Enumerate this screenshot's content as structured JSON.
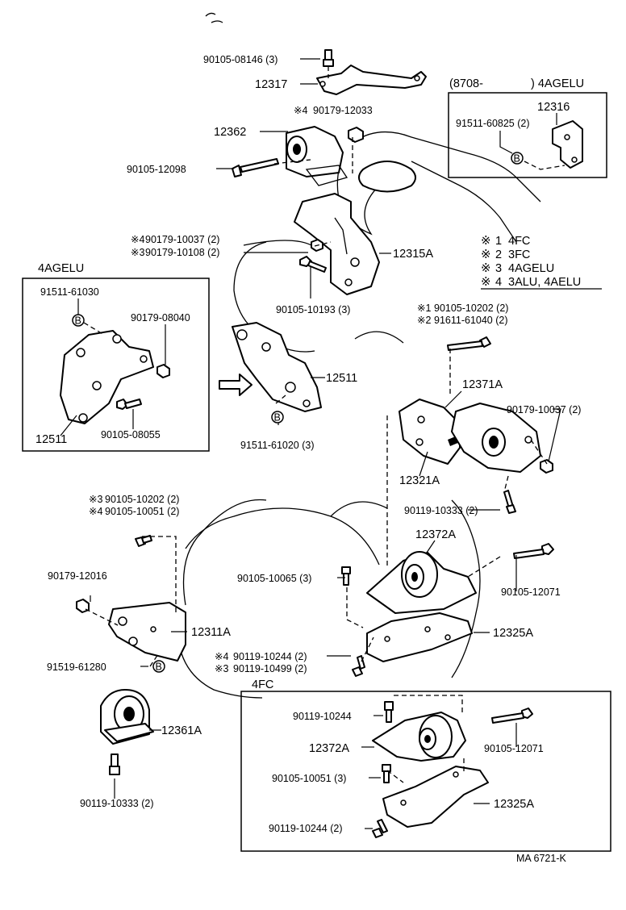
{
  "labels": {
    "p_90105_08146": "90105-08146 (3)",
    "p_12317": "12317",
    "p_90179_12033": "90179-12033",
    "p_90179_12033_mark": "※4",
    "p_12362": "12362",
    "p_90105_12098": "90105-12098",
    "p_90179_10037_top": "90179-10037 (2)",
    "p_90179_10037_top_mark": "※4",
    "p_90179_10108": "90179-10108 (2)",
    "p_90179_10108_mark": "※3",
    "p_12315A": "12315A",
    "p_90105_10193": "90105-10193 (3)",
    "p_12511": "12511",
    "p_91511_61020": "91511-61020 (3)",
    "p_90105_10202_top": "90105-10202 (2)",
    "p_90105_10202_top_mark": "※1",
    "p_91611_61040": "91611-61040 (2)",
    "p_91611_61040_mark": "※2",
    "p_12371A": "12371A",
    "p_90179_10037_right": "90179-10037 (2)",
    "p_12321A": "12321A",
    "p_90119_10333_right": "90119-10333 (2)",
    "p_12372A": "12372A",
    "p_90105_10065": "90105-10065 (3)",
    "p_90105_12071": "90105-12071",
    "p_12325A": "12325A",
    "p_90119_10244_main": "90119-10244 (2)",
    "p_90119_10244_main_mark": "※4",
    "p_90119_10499": "90119-10499 (2)",
    "p_90119_10499_mark": "※3",
    "p_90105_10202_left": "90105-10202 (2)",
    "p_90105_10202_left_mark": "※3",
    "p_90105_10051_left": "90105-10051 (2)",
    "p_90105_10051_left_mark": "※4",
    "p_90179_12016": "90179-12016",
    "p_12311A": "12311A",
    "p_91519_61280": "91519-61280",
    "p_12361A": "12361A",
    "p_90119_10333_left": "90119-10333 (2)"
  },
  "inset_4agelu_right": {
    "header_left": "(8708-",
    "header_right": ") 4AGELU",
    "part_12316": "12316",
    "part_91511_60825": "91511-60825 (2)"
  },
  "inset_4agelu_left": {
    "title": "4AGELU",
    "part_91511_61030": "91511-61030",
    "part_90179_08040": "90179-08040",
    "part_12511": "12511",
    "part_90105_08055": "90105-08055"
  },
  "inset_4fc": {
    "title": "4FC",
    "part_90119_10244_a": "90119-10244",
    "part_12372A": "12372A",
    "part_90105_12071": "90105-12071",
    "part_90105_10051": "90105-10051 (3)",
    "part_12325A": "12325A",
    "part_90119_10244_b": "90119-10244 (2)"
  },
  "legend": [
    {
      "mark": "※",
      "num": "1",
      "text": "4FC"
    },
    {
      "mark": "※",
      "num": "2",
      "text": "3FC"
    },
    {
      "mark": "※",
      "num": "3",
      "text": "4AGELU"
    },
    {
      "mark": "※",
      "num": "4",
      "text": "3ALU, 4AELU"
    }
  ],
  "bolt_marker": "B",
  "reference_code": "MA 6721-K",
  "icons": [
    "bolt-icon",
    "nut-icon",
    "b-marker-icon",
    "arrow-icon"
  ]
}
